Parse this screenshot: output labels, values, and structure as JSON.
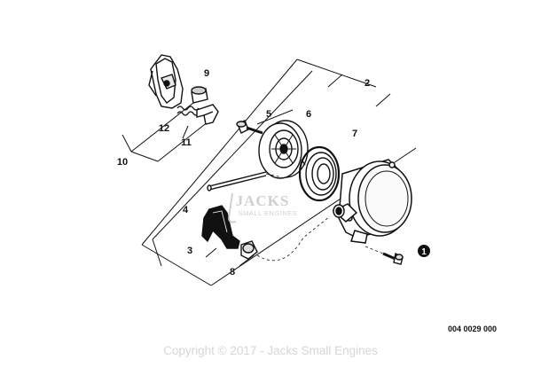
{
  "diagram": {
    "callouts": {
      "c1": "1",
      "c2": "2",
      "c3": "3",
      "c4": "4",
      "c5": "5",
      "c6": "6",
      "c7": "7",
      "c8": "8",
      "c9": "9",
      "c10": "10",
      "c11": "11",
      "c12": "12"
    },
    "part_code": "004 0029 000"
  },
  "watermark": {
    "logo_top": "JACKS",
    "logo_bottom": "SMALL ENGINES",
    "copyright": "Copyright © 2017 - Jacks Small Engines"
  },
  "colors": {
    "line": "#111111",
    "watermark": "#c8c8c8"
  }
}
